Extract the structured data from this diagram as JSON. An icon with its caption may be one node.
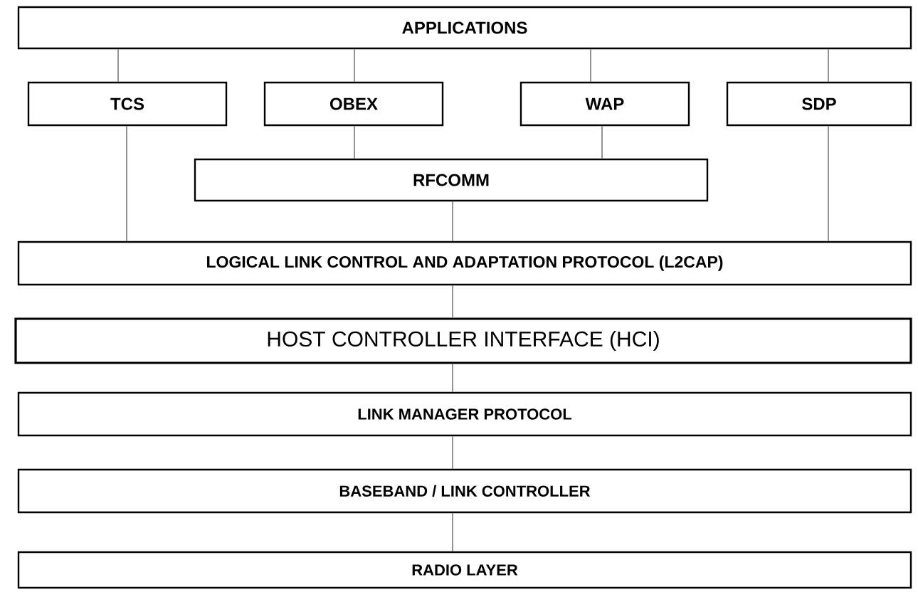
{
  "diagram": {
    "nodes": [
      {
        "text": [
          "APPLICATIONS"
        ]
      },
      {
        "text": [
          "TCS"
        ]
      },
      {
        "text": [
          "OBEX"
        ]
      },
      {
        "text": [
          "WAP"
        ]
      },
      {
        "text": [
          "SDP"
        ]
      },
      {
        "text": [
          "RFCOMM"
        ]
      },
      {
        "text": [
          "LOGICAL LINK CONTROL AND ADAPTATION PROTOCOL (L2CAP)"
        ]
      },
      {
        "text": [
          "HOST CONTROLLER INTERFACE (HCI)"
        ]
      },
      {
        "text": [
          "LINK MANAGER PROTOCOL"
        ]
      },
      {
        "text": [
          "BASEBAND / LINK CONTROLLER"
        ]
      },
      {
        "text": [
          "RADIO LAYER"
        ]
      }
    ],
    "edges": [
      {
        "from": 0,
        "to": 1,
        "arrow": "none"
      },
      {
        "from": 0,
        "to": 2,
        "arrow": "none"
      },
      {
        "from": 0,
        "to": 3,
        "arrow": "none"
      },
      {
        "from": 0,
        "to": 4,
        "arrow": "none"
      },
      {
        "from": 2,
        "to": 5,
        "arrow": "none"
      },
      {
        "from": 3,
        "to": 5,
        "arrow": "none"
      },
      {
        "from": 1,
        "to": 6,
        "arrow": "none"
      },
      {
        "from": 5,
        "to": 6,
        "arrow": "none"
      },
      {
        "from": 4,
        "to": 6,
        "arrow": "none"
      },
      {
        "from": 6,
        "to": 7,
        "arrow": "none"
      },
      {
        "from": 7,
        "to": 8,
        "arrow": "none"
      },
      {
        "from": 8,
        "to": 9,
        "arrow": "none"
      },
      {
        "from": 9,
        "to": 10,
        "arrow": "none"
      }
    ]
  }
}
